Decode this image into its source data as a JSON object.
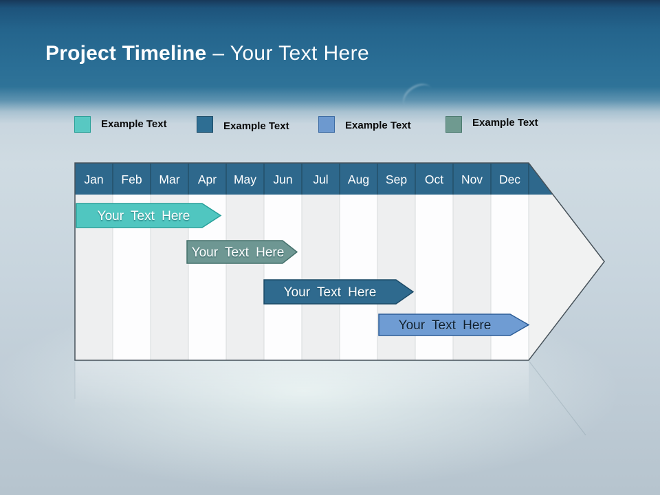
{
  "title": {
    "bold": "Project Timeline",
    "light": "– Your Text Here"
  },
  "legend": {
    "items": [
      {
        "label": "Example Text",
        "fill": "#58c8c2",
        "border": "#2aa198"
      },
      {
        "label": "Example Text",
        "fill": "#2e6e93",
        "border": "#1c4c68"
      },
      {
        "label": "Example Text",
        "fill": "#6d99cf",
        "border": "#3c6ba3"
      },
      {
        "label": "Example Text",
        "fill": "#6f9a90",
        "border": "#4b7a6e"
      }
    ]
  },
  "timeline": {
    "header_color": "#2e688c",
    "outline_color": "#47525a",
    "arrow_fill": "#f1f2f2",
    "months": [
      "Jan",
      "Feb",
      "Mar",
      "Apr",
      "May",
      "Jun",
      "Jul",
      "Aug",
      "Sep",
      "Oct",
      "Nov",
      "Dec"
    ],
    "bars": [
      {
        "label": "Your Text Here",
        "fill": "#50c6c0",
        "stroke": "#27a09a"
      },
      {
        "label": "Your Text Here",
        "fill": "#6e9793",
        "stroke": "#44706b"
      },
      {
        "label": "Your Text Here",
        "fill": "#2f6a8e",
        "stroke": "#1d4b67"
      },
      {
        "label": "Your Text Here",
        "fill": "#6f9cd3",
        "stroke": "#2c5d97"
      }
    ]
  },
  "chart_data": {
    "type": "bar",
    "subtype": "gantt-timeline",
    "title": "Project Timeline – Your Text Here",
    "categories": [
      "Jan",
      "Feb",
      "Mar",
      "Apr",
      "May",
      "Jun",
      "Jul",
      "Aug",
      "Sep",
      "Oct",
      "Nov",
      "Dec"
    ],
    "bars": [
      {
        "label": "Your Text Here",
        "start_month": "Jan",
        "end_month": "Apr",
        "start_index": 0.0,
        "end_index": 3.9,
        "color": "#50c6c0",
        "row": 1
      },
      {
        "label": "Your Text Here",
        "start_month": "Apr",
        "end_month": "Jun",
        "start_index": 3.0,
        "end_index": 5.9,
        "color": "#6e9793",
        "row": 2
      },
      {
        "label": "Your Text Here",
        "start_month": "Jun",
        "end_month": "Sep",
        "start_index": 5.0,
        "end_index": 8.95,
        "color": "#2f6a8e",
        "row": 3
      },
      {
        "label": "Your Text Here",
        "start_month": "Sep",
        "end_month": "Dec",
        "start_index": 8.0,
        "end_index": 12.0,
        "color": "#6f9cd3",
        "row": 4
      }
    ],
    "legend_entries": [
      "Example Text",
      "Example Text",
      "Example Text",
      "Example Text"
    ],
    "legend_position": "top",
    "grid": "vertical month columns, alternating shading",
    "xlim": [
      "Jan",
      "Dec"
    ]
  }
}
